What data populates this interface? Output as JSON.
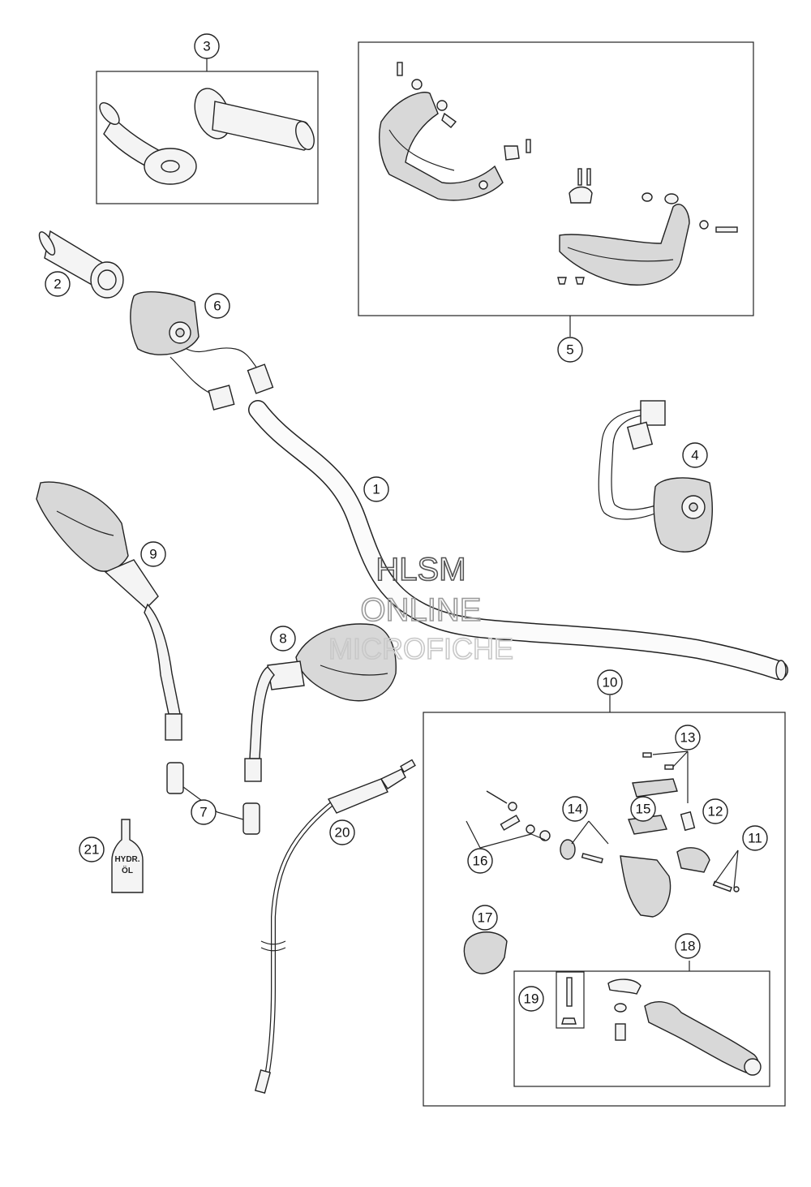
{
  "watermark": {
    "line1": "HLSM",
    "line2": "ONLINE",
    "line3": "MICROFICHE"
  },
  "oil_bottle": {
    "line1": "HYDR.",
    "line2": "ÖL"
  },
  "callouts": {
    "c1": "1",
    "c2": "2",
    "c3": "3",
    "c4": "4",
    "c5": "5",
    "c6": "6",
    "c7": "7",
    "c8": "8",
    "c9": "9",
    "c10": "10",
    "c11": "11",
    "c12": "12",
    "c13": "13",
    "c14": "14",
    "c15": "15",
    "c16": "16",
    "c17": "17",
    "c18": "18",
    "c19": "19",
    "c20": "20",
    "c21": "21"
  },
  "colors": {
    "line": "#222222",
    "watermark": "#9a9a9a",
    "background": "#ffffff"
  }
}
